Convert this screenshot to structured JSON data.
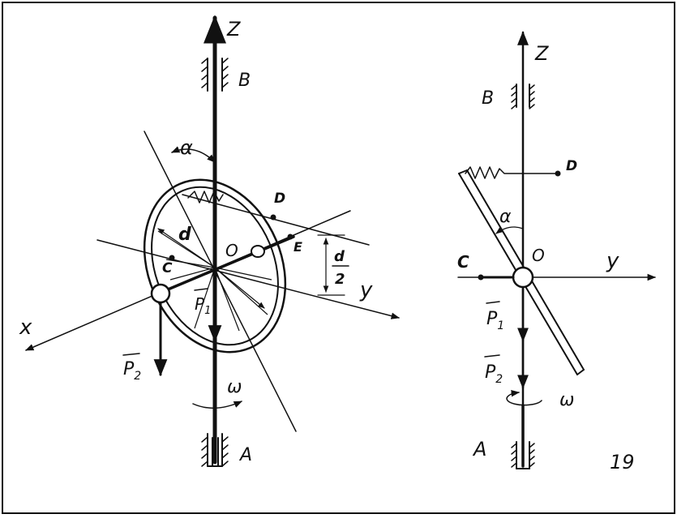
{
  "left_diagram": {
    "axis_z": "Z",
    "axis_x": "x",
    "axis_y": "y",
    "bearing_top": "B",
    "bearing_bottom": "A",
    "angle": "α",
    "point_d": "D",
    "point_e": "E",
    "point_o": "O",
    "point_c": "C",
    "diameter": "d",
    "half_num": "d",
    "half_den": "2",
    "force_p1": "P",
    "force_p1_sub": "1",
    "force_p2": "P",
    "force_p2_sub": "2",
    "omega": "ω"
  },
  "right_diagram": {
    "axis_z": "Z",
    "axis_y": "y",
    "bearing_top": "B",
    "bearing_bottom": "A",
    "point_d": "D",
    "angle": "α",
    "point_o": "O",
    "point_c": "C",
    "force_p1": "P",
    "force_p1_sub": "1",
    "force_p2": "P",
    "force_p2_sub": "2",
    "omega": "ω",
    "figure_number": "19"
  }
}
